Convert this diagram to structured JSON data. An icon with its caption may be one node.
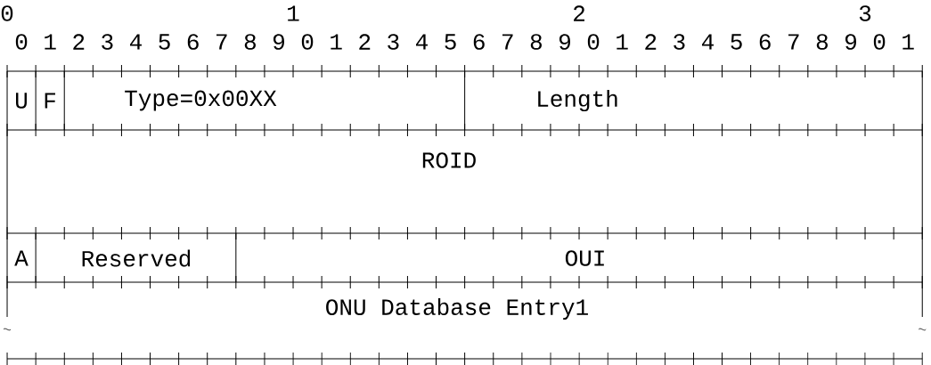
{
  "diagram": {
    "nodes": [
      {
        "text": [
          "U"
        ]
      },
      {
        "text": [
          "F"
        ]
      },
      {
        "text": [
          "Type=0x00XX"
        ]
      },
      {
        "text": [
          "Length"
        ]
      },
      {
        "text": [
          "ROID"
        ]
      },
      {
        "text": [
          "A"
        ]
      },
      {
        "text": [
          "Reserved"
        ]
      },
      {
        "text": [
          "OUI"
        ]
      },
      {
        "text": [
          "ONU Database Entry1"
        ]
      }
    ],
    "labels": [
      "0",
      "1",
      "2",
      "3",
      "0",
      "1",
      "2",
      "3",
      "4",
      "5",
      "6",
      "7",
      "8",
      "9",
      "0",
      "1",
      "2",
      "3",
      "4",
      "5",
      "6",
      "7",
      "8",
      "9",
      "0",
      "1",
      "2",
      "3",
      "4",
      "5",
      "6",
      "7",
      "8",
      "9",
      "0",
      "1"
    ]
  }
}
